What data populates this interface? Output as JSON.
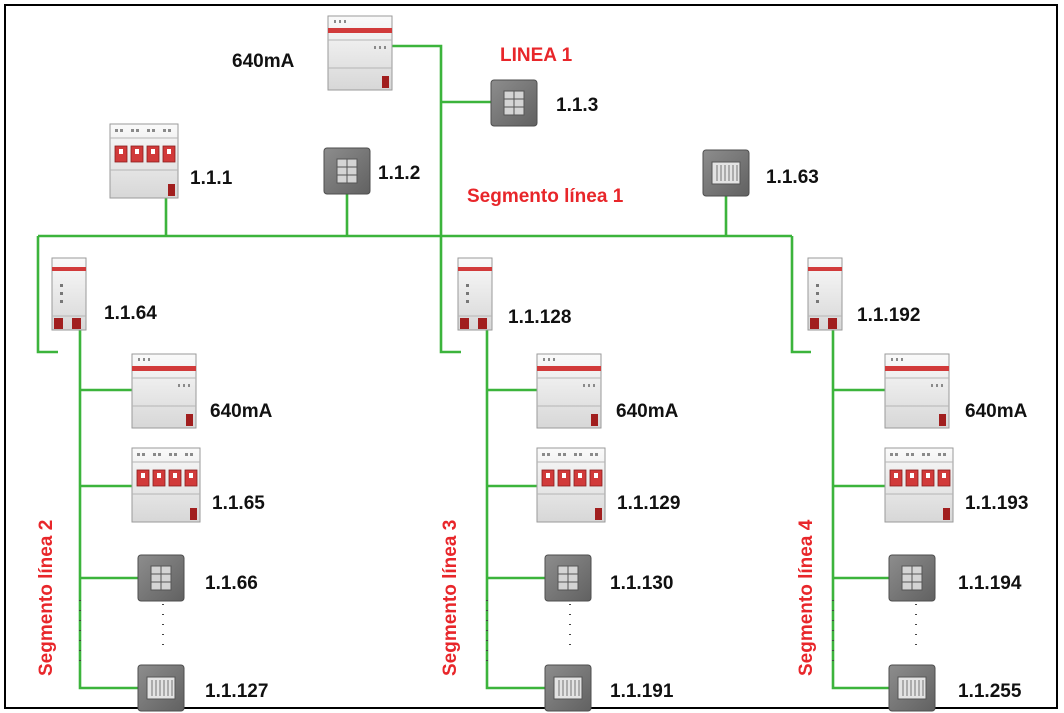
{
  "line_title": "LINEA 1",
  "segment_main": "Segmento línea 1",
  "segment_2": "Segmento línea 2",
  "segment_3": "Segmento línea 3",
  "segment_4": "Segmento línea 4",
  "colors": {
    "bus": "#3cb43c",
    "accent": "#e8262a",
    "device_grey": "#7b7b7b"
  },
  "main": {
    "supply": "640mA",
    "d1": "1.1.1",
    "d2": "1.1.2",
    "d3": "1.1.3",
    "d63": "1.1.63"
  },
  "branches": [
    {
      "coupler": "1.1.64",
      "supply": "640mA",
      "actuator": "1.1.65",
      "pushbutton": "1.1.66",
      "last": "1.1.127"
    },
    {
      "coupler": "1.1.128",
      "supply": "640mA",
      "actuator": "1.1.129",
      "pushbutton": "1.1.130",
      "last": "1.1.191"
    },
    {
      "coupler": "1.1.192",
      "supply": "640mA",
      "actuator": "1.1.193",
      "pushbutton": "1.1.194",
      "last": "1.1.255"
    }
  ]
}
